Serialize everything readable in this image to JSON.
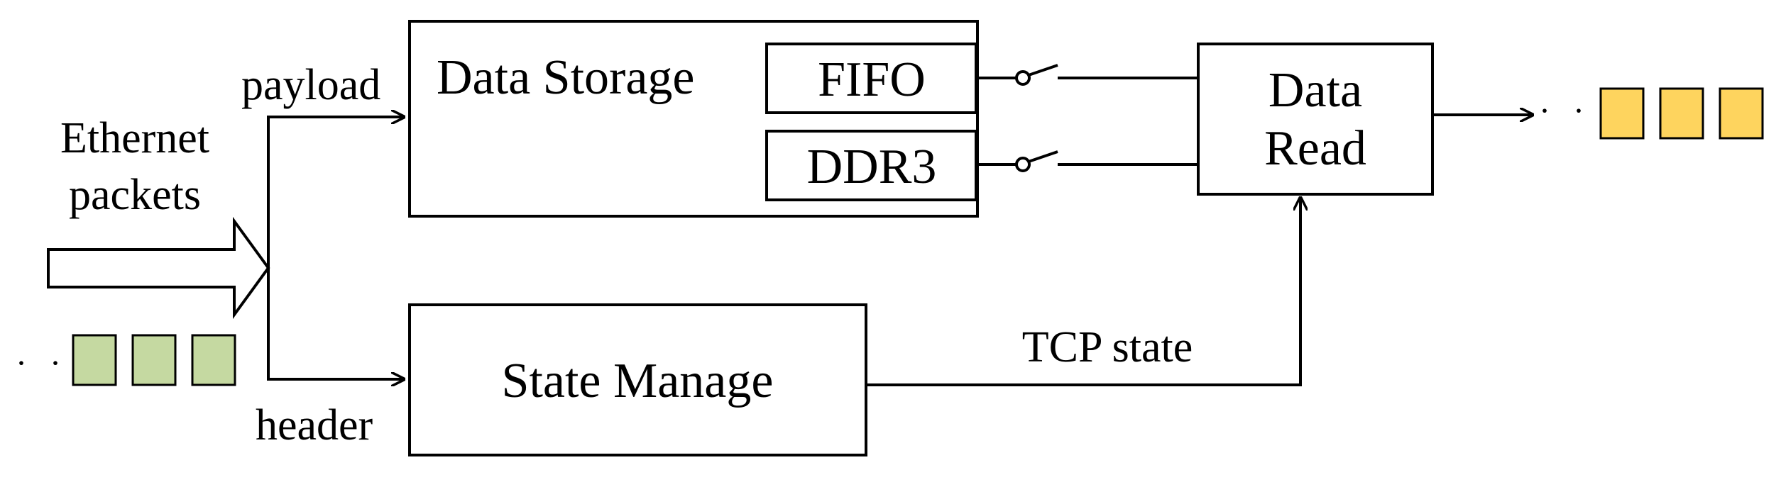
{
  "diagram": {
    "input": {
      "label_line1": "Ethernet",
      "label_line2": "packets",
      "ellipsis": "· · ·"
    },
    "branches": {
      "payload": "payload",
      "header": "header"
    },
    "data_storage": {
      "title": "Data Storage",
      "fifo": "FIFO",
      "ddr3": "DDR3"
    },
    "state_manage": {
      "title": "State Manage"
    },
    "tcp_state": "TCP state",
    "data_read": {
      "line1": "Data",
      "line2": "Read"
    },
    "output": {
      "ellipsis": "· · ·"
    },
    "colors": {
      "input_packet": "#c5d9a1",
      "output_packet": "#fed45e",
      "line": "#000000"
    }
  }
}
